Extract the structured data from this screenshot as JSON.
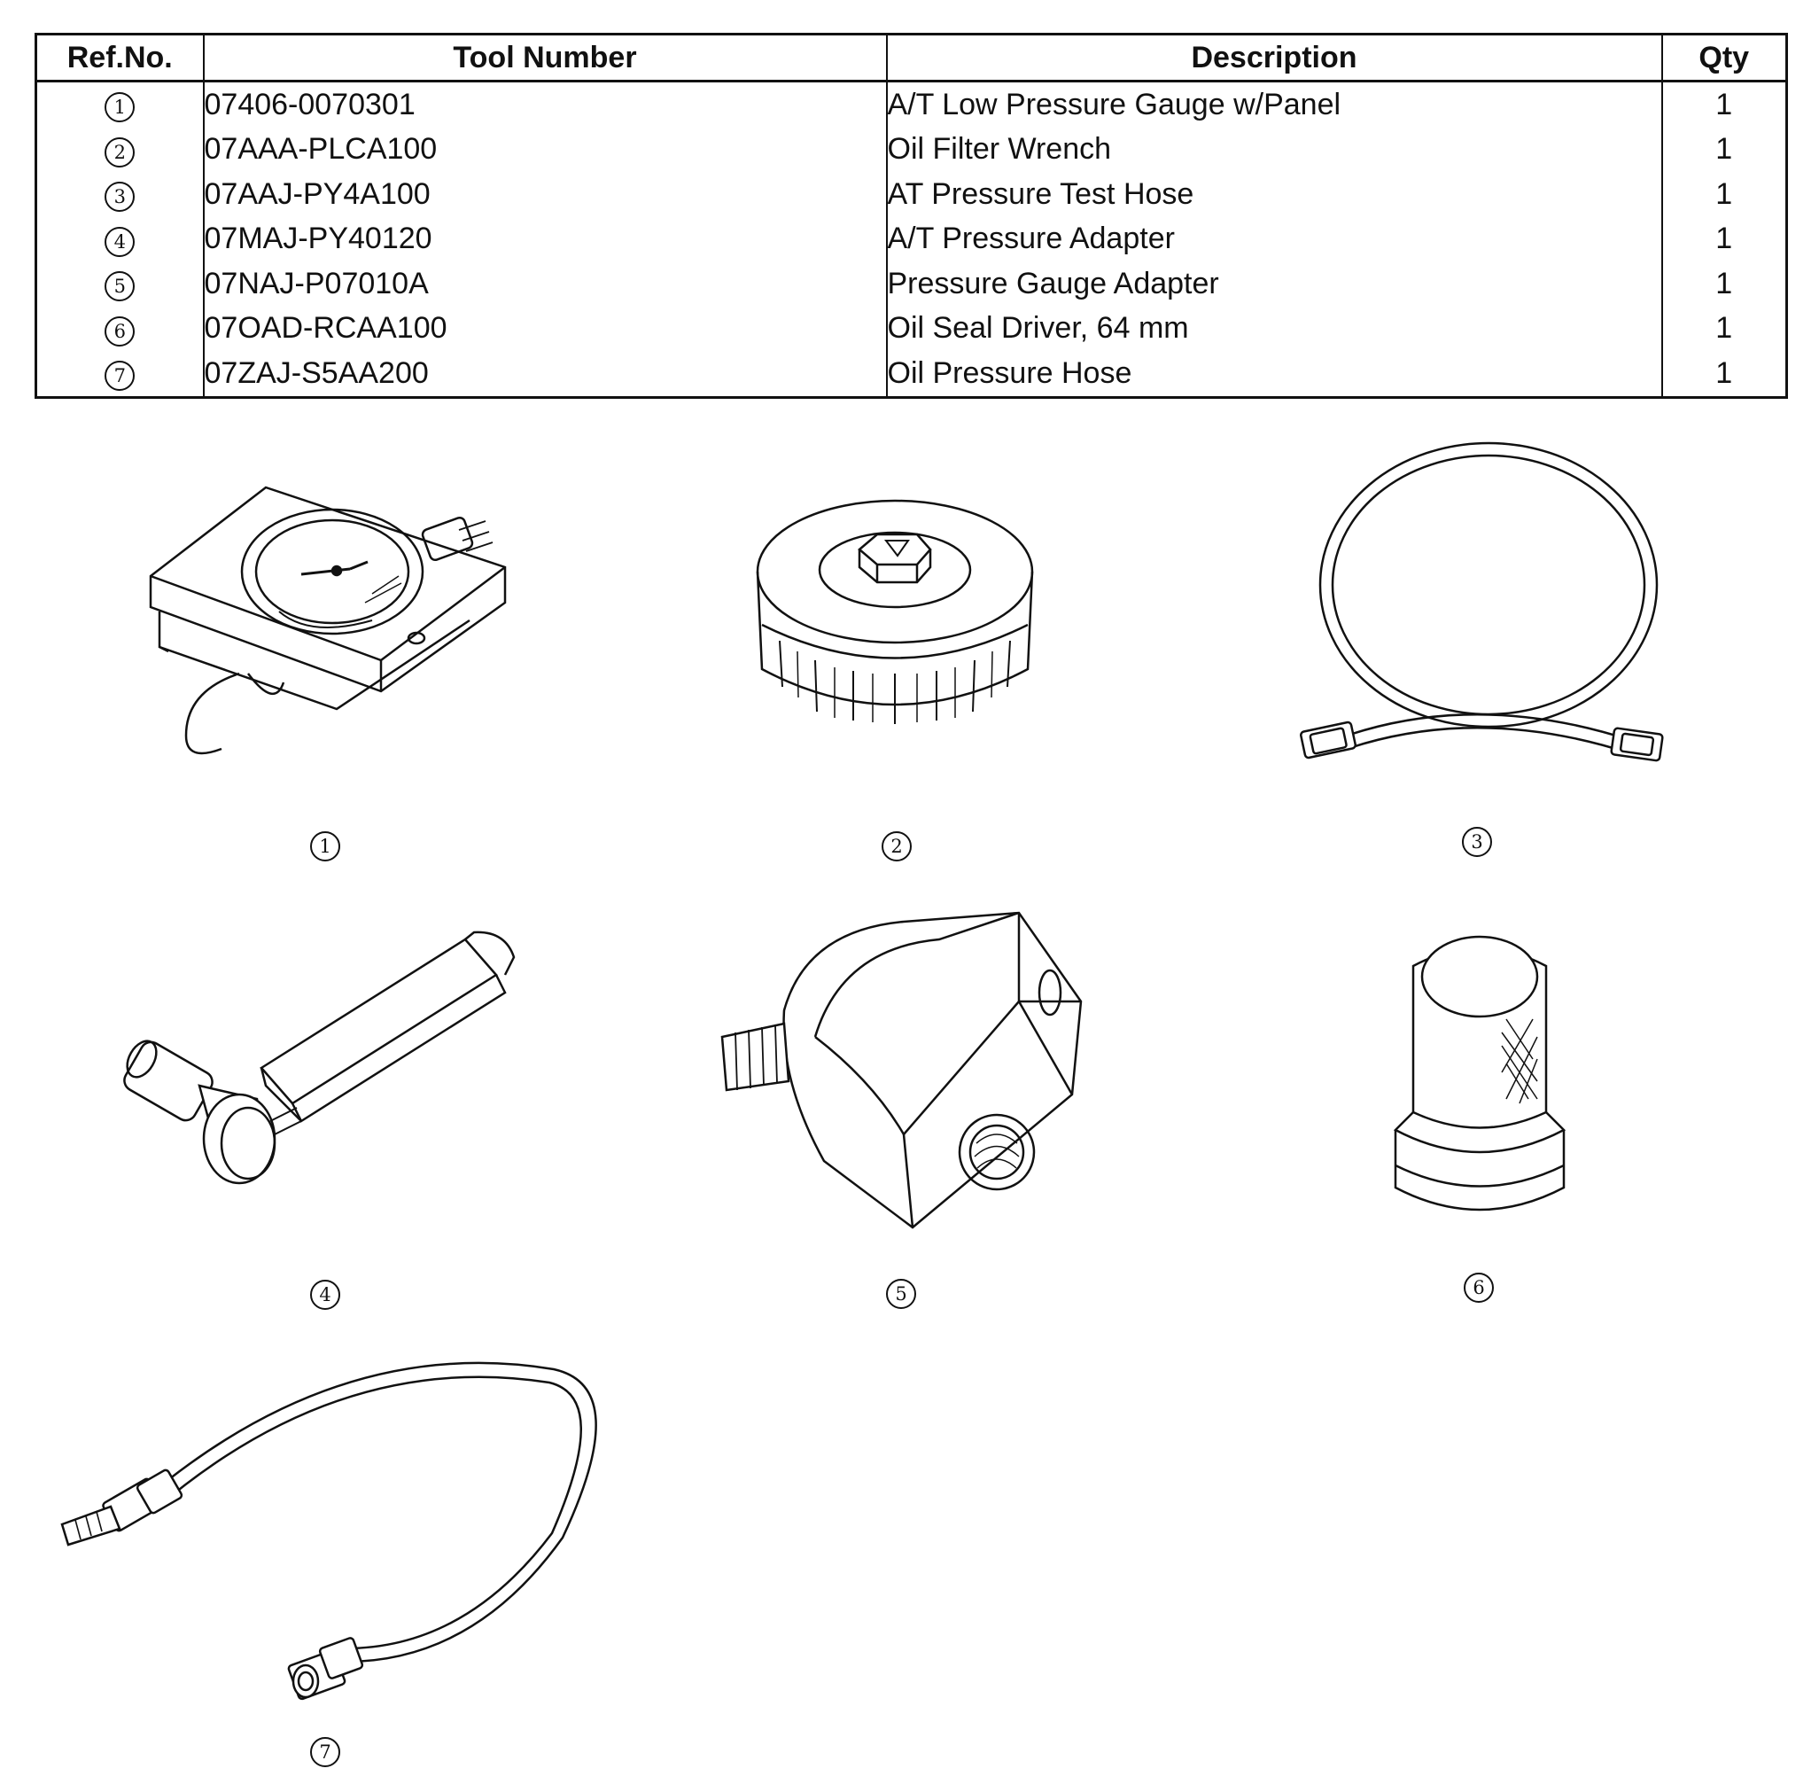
{
  "table": {
    "headers": {
      "ref": "Ref.No.",
      "tool": "Tool Number",
      "desc": "Description",
      "qty": "Qty"
    },
    "rows": [
      {
        "ref": "1",
        "tool": "07406-0070301",
        "desc": "A/T Low Pressure Gauge w/Panel",
        "qty": "1"
      },
      {
        "ref": "2",
        "tool": "07AAA-PLCA100",
        "desc": "Oil Filter Wrench",
        "qty": "1"
      },
      {
        "ref": "3",
        "tool": "07AAJ-PY4A100",
        "desc": "AT Pressure Test Hose",
        "qty": "1"
      },
      {
        "ref": "4",
        "tool": "07MAJ-PY40120",
        "desc": "A/T Pressure Adapter",
        "qty": "1"
      },
      {
        "ref": "5",
        "tool": "07NAJ-P07010A",
        "desc": "Pressure Gauge Adapter",
        "qty": "1"
      },
      {
        "ref": "6",
        "tool": "07OAD-RCAA100",
        "desc": "Oil Seal Driver, 64 mm",
        "qty": "1"
      },
      {
        "ref": "7",
        "tool": "07ZAJ-S5AA200",
        "desc": "Oil Pressure Hose",
        "qty": "1"
      }
    ]
  },
  "figures": {
    "fig1": "1",
    "fig2": "2",
    "fig3": "3",
    "fig4": "4",
    "fig5": "5",
    "fig6": "6",
    "fig7": "7"
  }
}
